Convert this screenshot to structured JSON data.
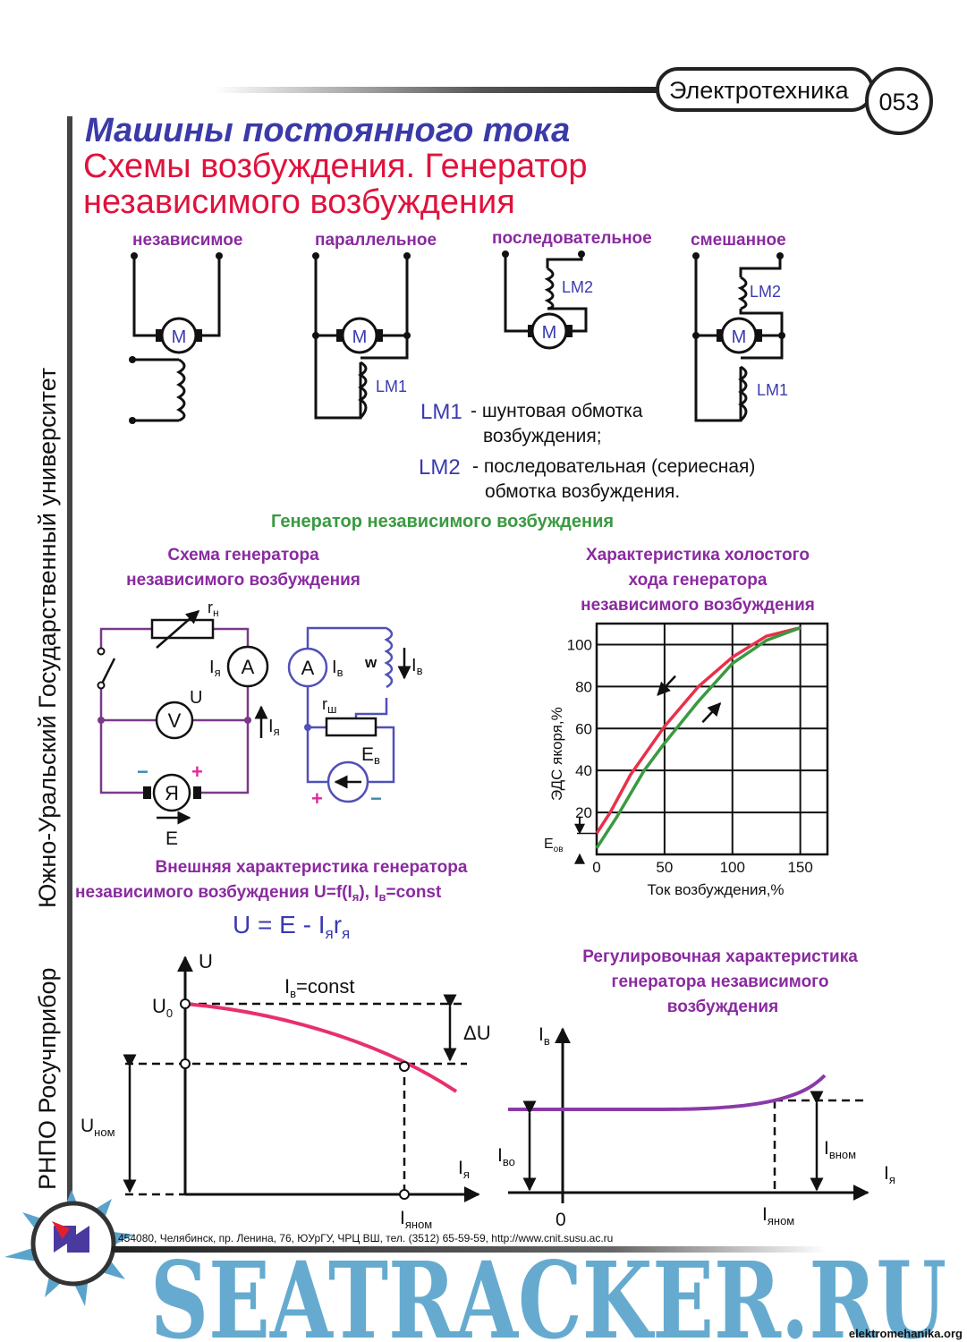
{
  "header": {
    "subject": "Электротехника",
    "page_number": "053"
  },
  "title": {
    "line1": "Машины постоянного тока",
    "line2": "Схемы возбуждения. Генератор",
    "line3": "независимого возбуждения"
  },
  "sidebar": {
    "university": "Южно-Уральский Государственный университет",
    "org": "РНПО Росучприбор"
  },
  "schemes": {
    "labels": [
      "независимое",
      "параллельное",
      "последовательное",
      "смешанное"
    ],
    "motor": "M",
    "lm1": "LM1",
    "lm2": "LM2"
  },
  "legend": {
    "lm1_code": "LM1",
    "lm1_text1": "- шунтовая обмотка",
    "lm1_text2": "возбуждения;",
    "lm2_code": "LM2",
    "lm2_text1": "- последовательная (сериесная)",
    "lm2_text2": "обмотка возбуждения."
  },
  "section_title": "Генератор независимого возбуждения",
  "circuit": {
    "title1": "Схема генератора",
    "title2": "независимого возбуждения",
    "rn": "r",
    "rn_sub": "н",
    "ammeter": "A",
    "voltmeter": "V",
    "u": "U",
    "ia": "I",
    "ia_sub": "я",
    "armature": "Я",
    "e": "E",
    "minus": "−",
    "plus": "+",
    "ib": "I",
    "ib_sub": "в",
    "w": "w",
    "rsh": "r",
    "rsh_sub": "ш",
    "eb": "E",
    "eb_sub": "в"
  },
  "chart_data": {
    "type": "line",
    "title": "Характеристика холостого хода генератора независимого возбуждения",
    "title_lines": [
      "Характеристика холостого",
      "хода генератора",
      "независимого возбуждения"
    ],
    "xlabel": "Ток возбуждения,%",
    "ylabel": "ЭДС якоря,%",
    "xlim": [
      0,
      170
    ],
    "ylim": [
      0,
      110
    ],
    "xticks": [
      0,
      50,
      100,
      150
    ],
    "yticks": [
      20,
      40,
      60,
      80,
      100
    ],
    "grid": true,
    "annotation": "E",
    "annotation_sub": "ов",
    "series": [
      {
        "name": "descending",
        "color": "#e8304a",
        "x": [
          0,
          10,
          25,
          50,
          75,
          100,
          125,
          150
        ],
        "y": [
          10,
          20,
          38,
          61,
          80,
          94,
          104,
          108
        ]
      },
      {
        "name": "ascending",
        "color": "#3a9a40",
        "x": [
          0,
          15,
          35,
          50,
          75,
          100,
          125,
          150
        ],
        "y": [
          3,
          18,
          40,
          53,
          73,
          91,
          102,
          108
        ]
      }
    ]
  },
  "external": {
    "title1": "Внешняя характеристика генератора",
    "title2": "независимого возбуждения U=f(I",
    "title2_sub": "я",
    "title2_end": "), I",
    "title2_sub2": "в",
    "title2_end2": "=const",
    "formula": "U = E - I",
    "formula_sub": "я",
    "formula_r": "r",
    "formula_sub2": "я",
    "u": "U",
    "u0": "U",
    "u0_sub": "0",
    "unom": "U",
    "unom_sub": "ном",
    "du": "ΔU",
    "ib_const": "I",
    "ib_const_sub": "в",
    "ib_const_end": "=const",
    "ia": "I",
    "ia_sub": "я",
    "ianom": "I",
    "ianom_sub": "яном"
  },
  "regulating": {
    "title1": "Регулировочная характеристика",
    "title2": "генератора независимого",
    "title3": "возбуждения",
    "ib": "I",
    "ib_sub": "в",
    "ibo": "I",
    "ibo_sub": "во",
    "ibnom": "I",
    "ibnom_sub": "вном",
    "ia": "I",
    "ia_sub": "я",
    "ianom": "I",
    "ianom_sub": "яном",
    "zero": "0"
  },
  "footer": {
    "address": "454080, Челябинск, пр. Ленина, 76, ЮУрГУ, ЧРЦ ВШ, тел. (3512) 65-59-59, http://www.cnit.susu.ac.ru",
    "watermark": "SEATRACKER.RU",
    "site": "elektromehanika.org"
  }
}
